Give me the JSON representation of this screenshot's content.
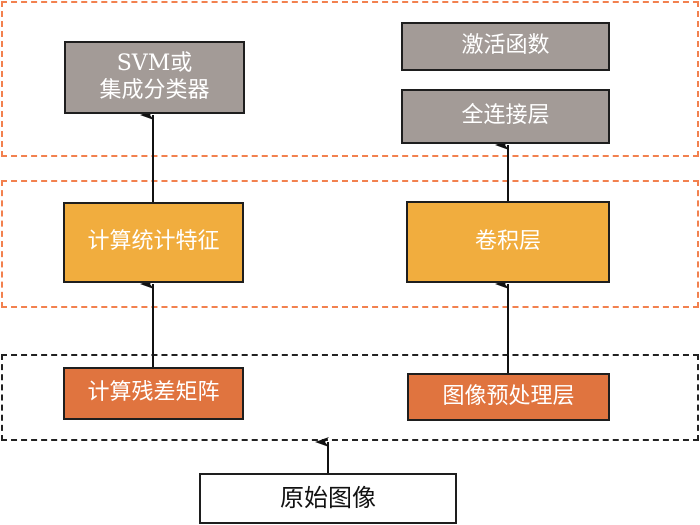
{
  "diagram": {
    "groups": [
      {
        "id": "output-stage",
        "style": "orange-dashed"
      },
      {
        "id": "feature-stage",
        "style": "orange-dashed"
      },
      {
        "id": "preprocess-stage",
        "style": "black-dashed"
      }
    ],
    "nodes": {
      "svm_classifier": {
        "label": "SVM或\n集成分类器",
        "color": "#a39b97"
      },
      "activation": {
        "label": "激活函数",
        "color": "#a39b97"
      },
      "fully_connected": {
        "label": "全连接层",
        "color": "#a39b97"
      },
      "compute_stats": {
        "label": "计算统计特征",
        "color": "#f1ad3e"
      },
      "conv_layer": {
        "label": "卷积层",
        "color": "#f1ad3e"
      },
      "residual_matrix": {
        "label": "计算残差矩阵",
        "color": "#e0743f"
      },
      "preprocess_layer": {
        "label": "图像预处理层",
        "color": "#e0743f"
      },
      "raw_image": {
        "label": "原始图像",
        "color": "#ffffff"
      }
    },
    "edges": [
      {
        "from": "raw_image",
        "to": "preprocess-stage"
      },
      {
        "from": "residual_matrix",
        "to": "compute_stats"
      },
      {
        "from": "compute_stats",
        "to": "svm_classifier"
      },
      {
        "from": "preprocess_layer",
        "to": "conv_layer"
      },
      {
        "from": "conv_layer",
        "to": "fully_connected"
      }
    ],
    "colors": {
      "group_orange_border": "#f2814f",
      "group_black_border": "#222222",
      "node_border": "#1e1e1e",
      "arrow": "#111111"
    }
  }
}
